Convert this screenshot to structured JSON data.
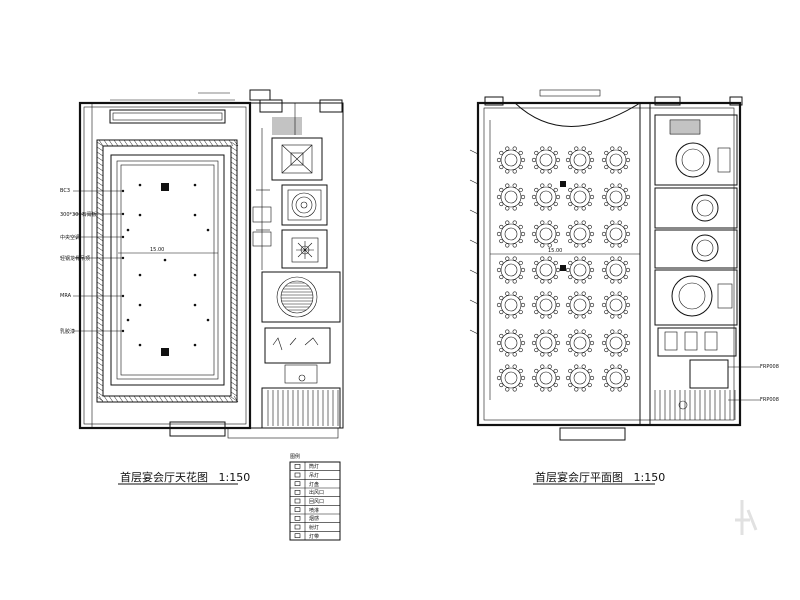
{
  "left_plan": {
    "title": "首层宴会厅天花图",
    "scale": "1:150",
    "dimension": "15.00",
    "callouts": [
      "BC3",
      "300*300石膏板",
      "中央空调",
      "轻钢龙骨吊顶",
      "MRA",
      "乳胶漆"
    ]
  },
  "right_plan": {
    "title": "首层宴会厅平面图",
    "scale": "1:150",
    "dimension": "15.00",
    "callouts": [
      "FRP008",
      "FRP008"
    ]
  },
  "legend": {
    "header": "图例",
    "rows": [
      "筒灯",
      "吊灯",
      "灯盘",
      "出风口",
      "回风口",
      "喷淋",
      "烟感",
      "射灯",
      "灯带"
    ]
  }
}
